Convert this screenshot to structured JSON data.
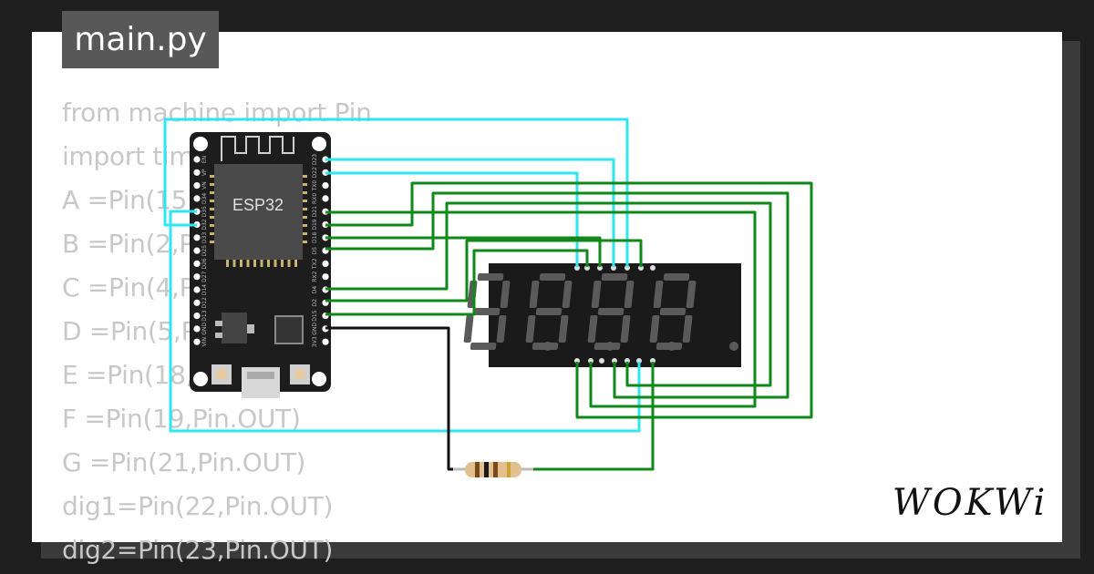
{
  "tab": {
    "label": "main.py"
  },
  "code": {
    "lines": [
      "from machine import Pin",
      "import time",
      "A =Pin(15,Pin.OUT)",
      "B =Pin(2,Pin.OUT)",
      "C =Pin(4,Pin.OUT)",
      "D =Pin(5,Pin.OUT)",
      "E =Pin(18,Pin.OUT)",
      "F =Pin(19,Pin.OUT)",
      "G =Pin(21,Pin.OUT)",
      "dig1=Pin(22,Pin.OUT)",
      "dig2=Pin(23,Pin.OUT)"
    ]
  },
  "board": {
    "chip_label": "ESP32",
    "left_pins": [
      "EN",
      "VP",
      "VN",
      "D34",
      "D35",
      "D32",
      "D33",
      "D25",
      "D26",
      "D27",
      "D14",
      "D12",
      "D13",
      "GND",
      "VIN"
    ],
    "right_pins": [
      "D23",
      "D22",
      "TX0",
      "RX0",
      "D21",
      "D19",
      "D18",
      "D5",
      "TX2",
      "RX2",
      "D4",
      "D2",
      "D15",
      "GND",
      "3V3"
    ]
  },
  "logo": {
    "text": "WOKWi"
  },
  "colors": {
    "wire_cyan": "#2ee6f0",
    "wire_green": "#0f8a1a",
    "wire_black": "#111111",
    "board": "#1d1d1d",
    "chip": "#4a4a4a",
    "segment_off": "#5a5a5a"
  }
}
